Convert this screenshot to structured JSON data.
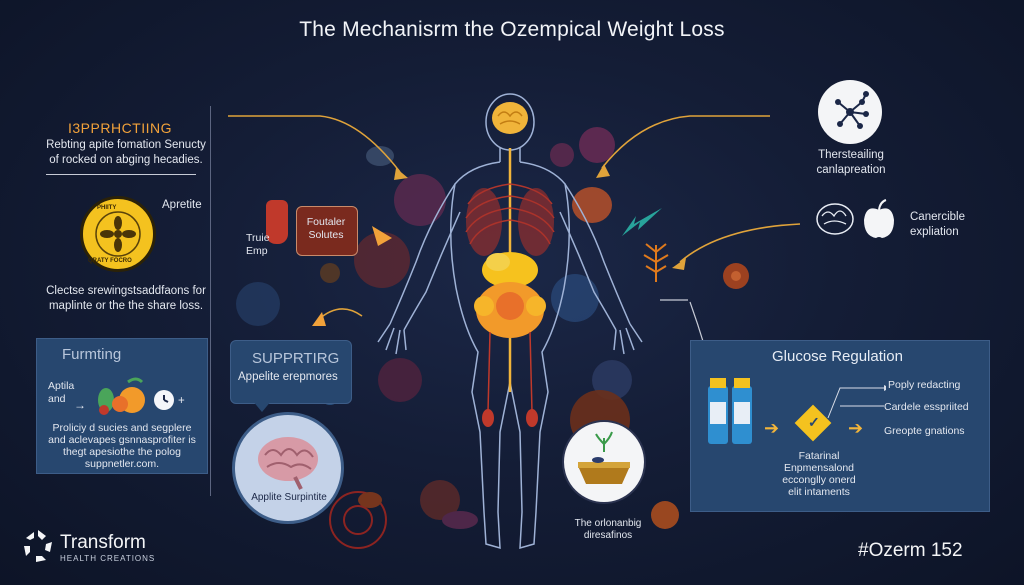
{
  "title": "The Mechanisrm the Ozempical Weight Loss",
  "left": {
    "heading": "I3PPRHCTIING",
    "desc_line1": "Rebting apite fomation Senucty",
    "desc_line2": "of rocked on abging hecadies.",
    "badge_label": "Apretite",
    "badge_ring_top": "PHIITY",
    "badge_ring_bottom": "QRATY FOCRO",
    "desc2_line1": "Clectse srewingstsaddfaons for",
    "desc2_line2": "maplinte or the the share loss."
  },
  "fruit_labels": {
    "left_line1": "Truie",
    "left_line2": "Emp",
    "right_line1": "Foutaler",
    "right_line2": "Solutes"
  },
  "panel_left": {
    "title": "Furmting",
    "row_label_line1": "Aptila",
    "row_label_line2": "and",
    "plus": "+",
    "text_line1": "Proliciy d sucies and segplere",
    "text_line2": "and aclevapes gsnnasprofiter is",
    "text_line3": "thegt apesiothe the polog",
    "text_line4": "suppnetler.com."
  },
  "supporting": {
    "title": "SUPPRTIRG",
    "subtitle": "Appelite erepmores",
    "brain_caption": "Applite Surpintite"
  },
  "right": {
    "label1_line1": "Thersteailing",
    "label1_line2": "canlapreation",
    "label2_line1": "Canercible",
    "label2_line2": "expliation"
  },
  "glucose": {
    "title": "Glucose Regulation",
    "item1": "Poply redacting",
    "item2": "Cardele esspriited",
    "item3": "Greopte gnations",
    "desc_line1": "Fatarinal",
    "desc_line2": "Enpmensalond",
    "desc_line3": "ecconglly onerd",
    "desc_line4": "elit intaments"
  },
  "bowl_caption_line1": "The orlonanbig",
  "bowl_caption_line2": "diresafinos",
  "logo": {
    "name": "Transform",
    "tagline": "HEALTH CREATIONS"
  },
  "hashtag": "#Ozerm 152",
  "colors": {
    "background": "#141d36",
    "accent_orange": "#f2a23a",
    "accent_yellow": "#f4c21f",
    "panel_blue": "#27476f",
    "body_outline": "#9fb2d6"
  },
  "icons": [
    "molecule-icon",
    "brain-icon",
    "apple-icon",
    "brain-icon",
    "clock-icon",
    "vial-icon",
    "checkmark-diamond-icon",
    "sprout-icon",
    "transform-logo-icon"
  ]
}
